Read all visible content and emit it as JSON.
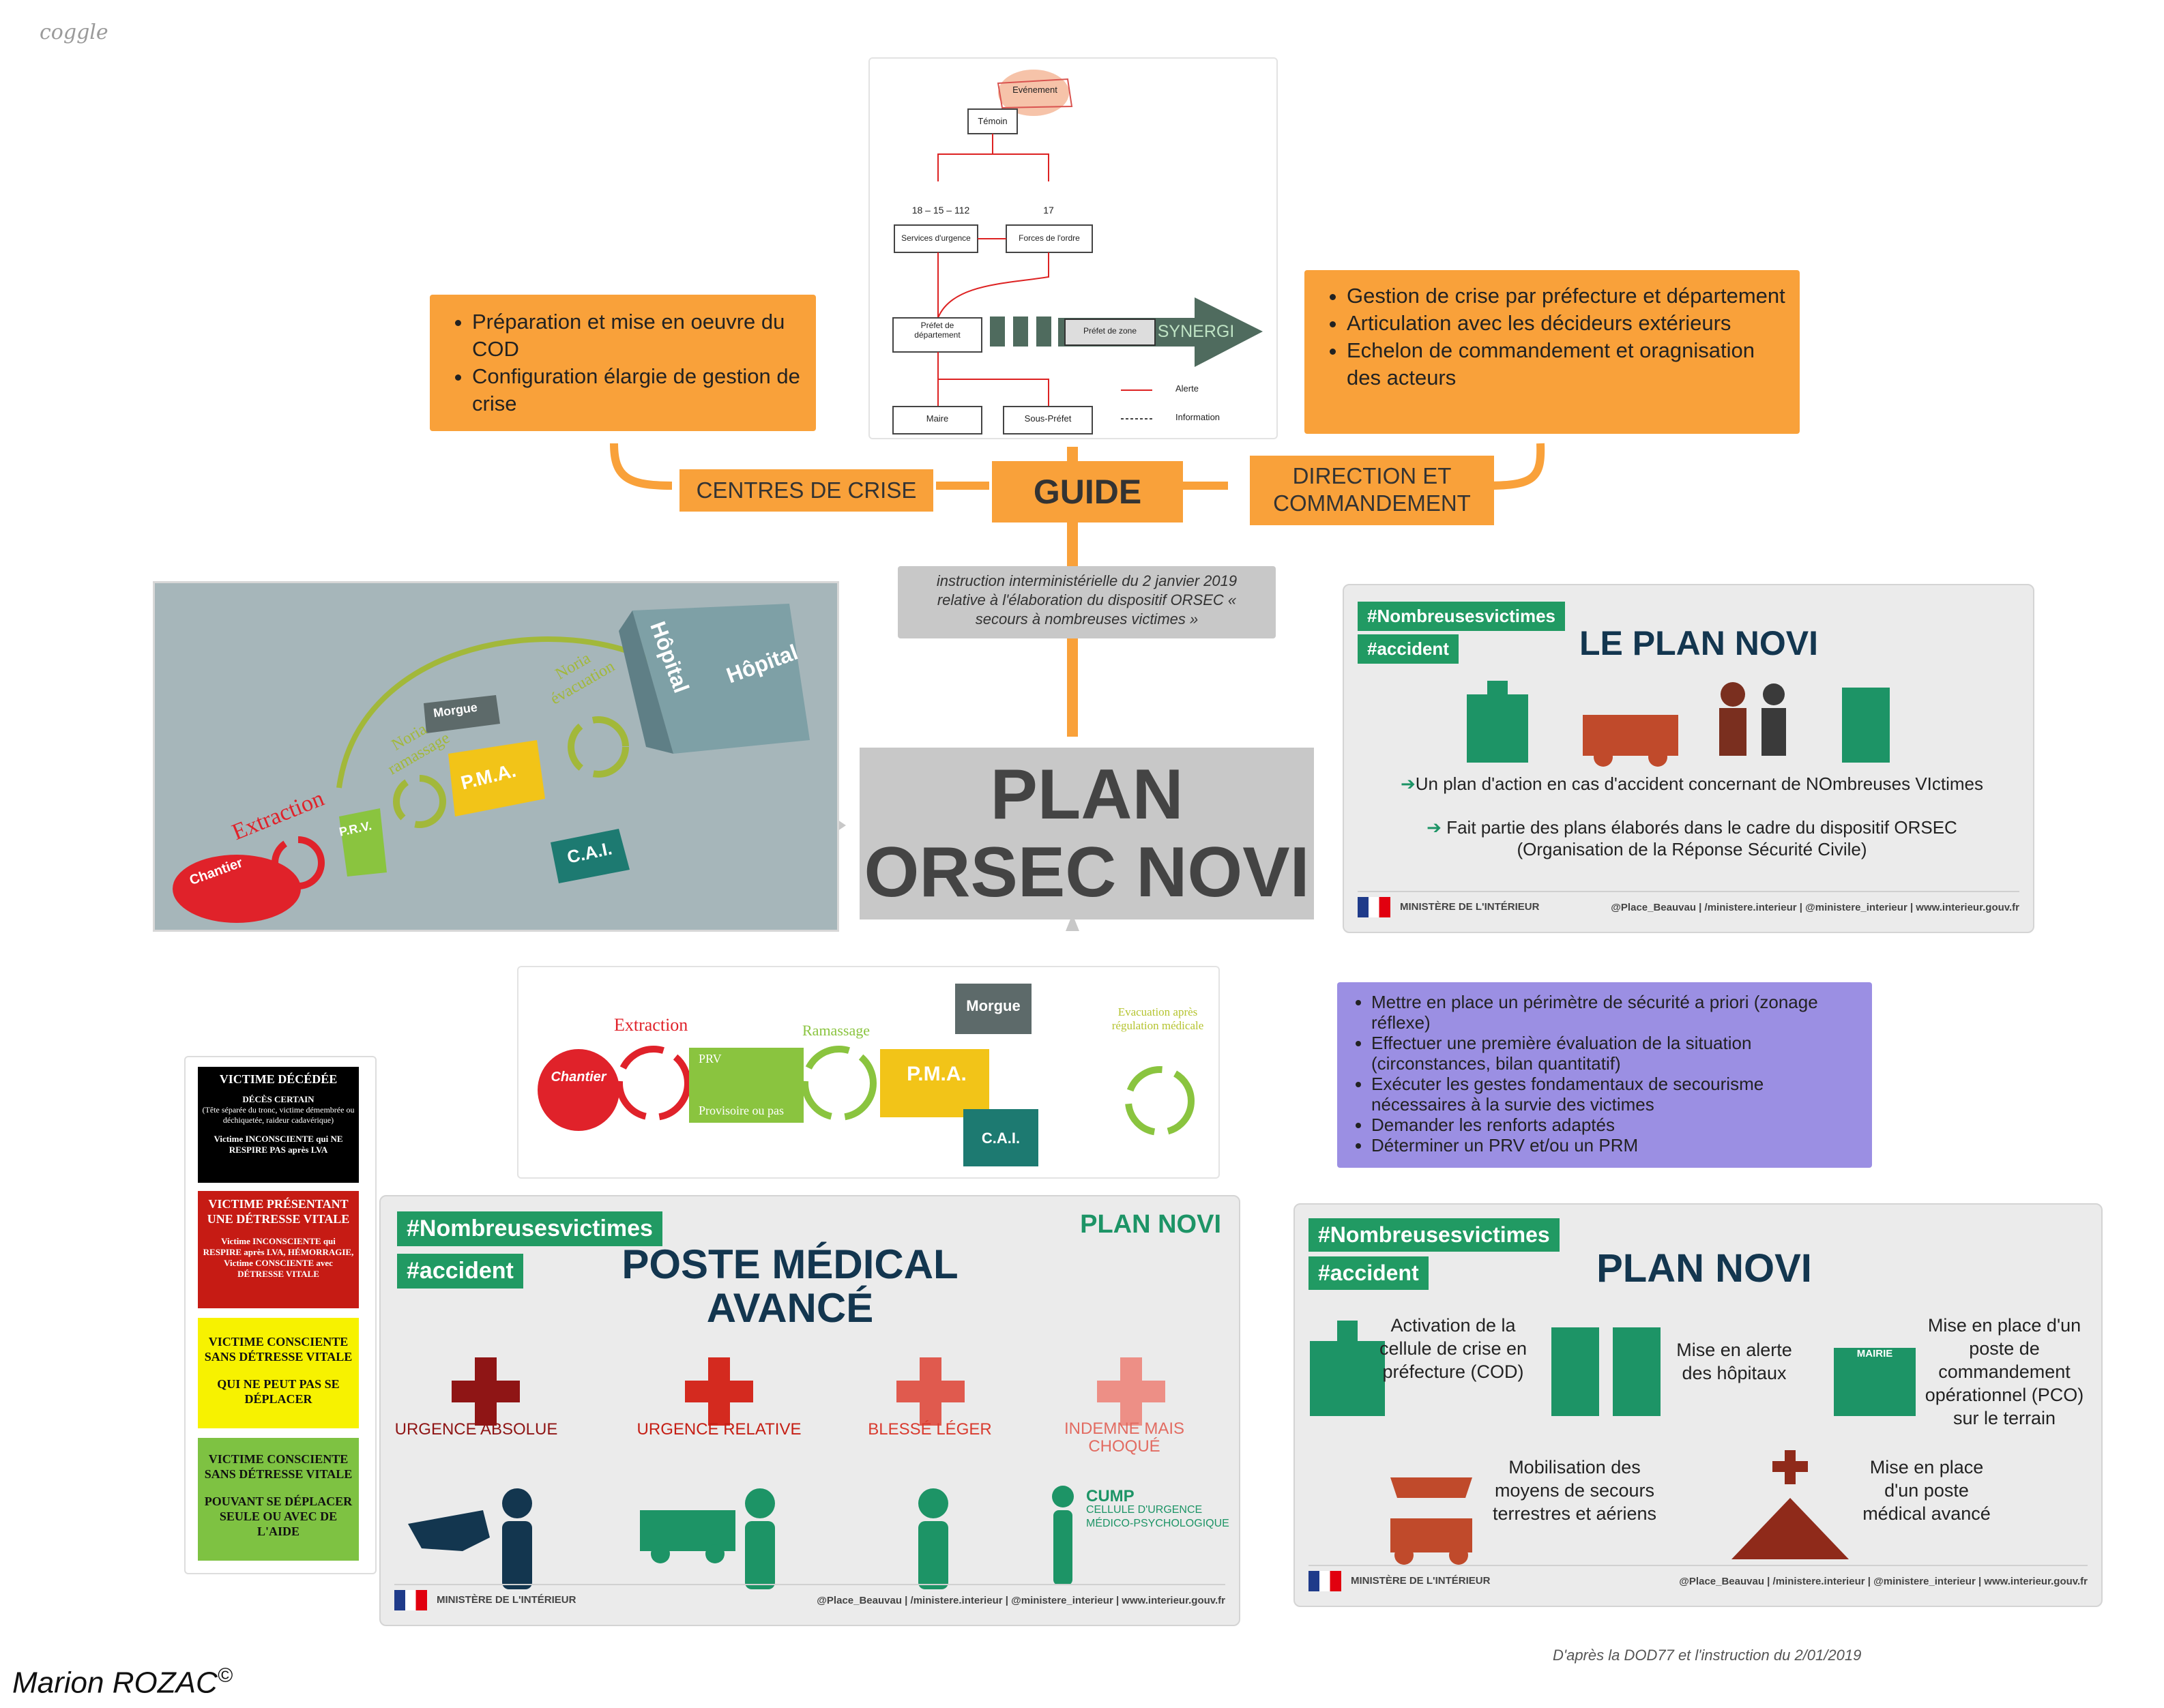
{
  "brand": "coggle",
  "author": "Marion ROZAC",
  "copyright": "©",
  "source_note": "D'après la DOD77 et l'instruction du 2/01/2019",
  "central": {
    "line1": "PLAN",
    "line2": "ORSEC NOVI"
  },
  "instruction": "instruction interministérielle du 2 janvier 2019 relative à l'élaboration du dispositif ORSEC « secours à nombreuses victimes »",
  "guide": {
    "label": "GUIDE",
    "left_label": "CENTRES DE CRISE",
    "right_label": "DIRECTION ET COMMANDEMENT",
    "left_bullets": [
      "Préparation et mise en oeuvre du COD",
      "Configuration élargie de gestion de crise"
    ],
    "right_bullets": [
      "Gestion de crise par préfecture et département",
      "Articulation avec les décideurs extérieurs",
      "Echelon de commandement et oragnisation des acteurs"
    ]
  },
  "flowchart": {
    "event": "Evénement",
    "witness": "Témoin",
    "num_left": "18 – 15 – 112",
    "num_right": "17",
    "urgent": "Services d'urgence",
    "police": "Forces de l'ordre",
    "prefet_dep": "Préfet de département",
    "prefet_zone": "Préfet de zone",
    "synergi": "SYNERGI",
    "maire": "Maire",
    "sous_prefet": "Sous-Préfet",
    "legend_alert": "Alerte",
    "legend_info": "Information"
  },
  "scene_3d": {
    "chantier": "Chantier",
    "extraction": "Extraction",
    "prv": "P.R.V.",
    "noria_r": "Noria ramassage",
    "pma": "P.M.A.",
    "morgue": "Morgue",
    "noria_e": "Noria évacuation",
    "cai": "C.A.I.",
    "hopital": "Hôpital",
    "hopital2": "Hôpital"
  },
  "novi_card": {
    "tag1": "#Nombreusesvictimes",
    "tag2": "#accident",
    "title": "LE PLAN NOVI",
    "line1": "Un plan d'action en cas d'accident concernant de NOmbreuses VIctimes",
    "line2a": "Fait partie des plans élaborés dans le cadre du dispositif ORSEC",
    "line2b": "(Organisation de la Réponse Sécurité Civile)",
    "ministry": "MINISTÈRE DE L'INTÉRIEUR",
    "social": "@Place_Beauvau | /ministere.interieur | @ministere_interieur | www.interieur.gouv.fr"
  },
  "chain": {
    "chantier": "Chantier",
    "extraction": "Extraction",
    "prv": "PRV",
    "prv_sub": "Provisoire ou pas",
    "ramassage": "Ramassage",
    "pma": "P.M.A.",
    "morgue": "Morgue",
    "cai": "C.A.I.",
    "evac": "Evacuation après régulation médicale"
  },
  "actions": [
    "Mettre en place un périmètre de sécurité a priori (zonage réflexe)",
    "Effectuer une première évaluation de la situation (circonstances, bilan quantitatif)",
    "Exécuter les gestes fondamentaux de secourisme nécessaires à la survie des victimes",
    "Demander les renforts adaptés",
    "Déterminer un PRV et/ou un PRM"
  ],
  "triage": {
    "black_title": "VICTIME DÉCÉDÉE",
    "black_sub1": "DÉCÈS CERTAIN",
    "black_sub2": "(Tête séparée du tronc, victime démembrée ou déchiquetée, raideur cadavérique)",
    "black_sub3": "Victime INCONSCIENTE qui NE RESPIRE PAS après LVA",
    "red_title": "VICTIME PRÉSENTANT UNE DÉTRESSE VITALE",
    "red_sub": "Victime INCONSCIENTE qui RESPIRE après LVA, HÉMORRAGIE, Victime CONSCIENTE avec DÉTRESSE VITALE",
    "yellow_title": "VICTIME CONSCIENTE SANS DÉTRESSE VITALE",
    "yellow_sub": "QUI NE PEUT PAS SE DÉPLACER",
    "green_title": "VICTIME CONSCIENTE SANS DÉTRESSE VITALE",
    "green_sub": "POUVANT SE DÉPLACER SEULE OU AVEC DE L'AIDE"
  },
  "pma_card": {
    "tag1": "#Nombreusesvictimes",
    "tag2": "#accident",
    "corner": "PLAN NOVI",
    "title1": "POSTE MÉDICAL",
    "title2": "AVANCÉ",
    "cat1": "URGENCE ABSOLUE",
    "cat2": "URGENCE RELATIVE",
    "cat3": "BLESSÉ LÉGER",
    "cat4": "INDEMNE MAIS CHOQUÉ",
    "cump": "CUMP",
    "cump_sub1": "CELLULE D'URGENCE",
    "cump_sub2": "MÉDICO-PSYCHOLOGIQUE",
    "ministry": "MINISTÈRE DE L'INTÉRIEUR",
    "social": "@Place_Beauvau | /ministere.interieur | @ministere_interieur | www.interieur.gouv.fr"
  },
  "plan_card": {
    "tag1": "#Nombreusesvictimes",
    "tag2": "#accident",
    "title": "PLAN NOVI",
    "item1": "Activation de la cellule de crise en préfecture (COD)",
    "item2": "Mise en alerte des hôpitaux",
    "mairie": "MAIRIE",
    "item3": "Mise en place d'un poste de commandement opérationnel (PCO) sur le terrain",
    "item4": "Mobilisation des moyens de secours terrestres et aériens",
    "item5": "Mise en place d'un poste médical avancé",
    "ministry": "MINISTÈRE DE L'INTÉRIEUR",
    "social": "@Place_Beauvau | /ministere.interieur | @ministere_interieur | www.interieur.gouv.fr"
  },
  "colors": {
    "orange": "#f9a13a",
    "purple": "#9b8fe3",
    "gray": "#c8c8c8",
    "navy": "#13364f",
    "green": "#219a63",
    "red": "#c91d1d"
  }
}
